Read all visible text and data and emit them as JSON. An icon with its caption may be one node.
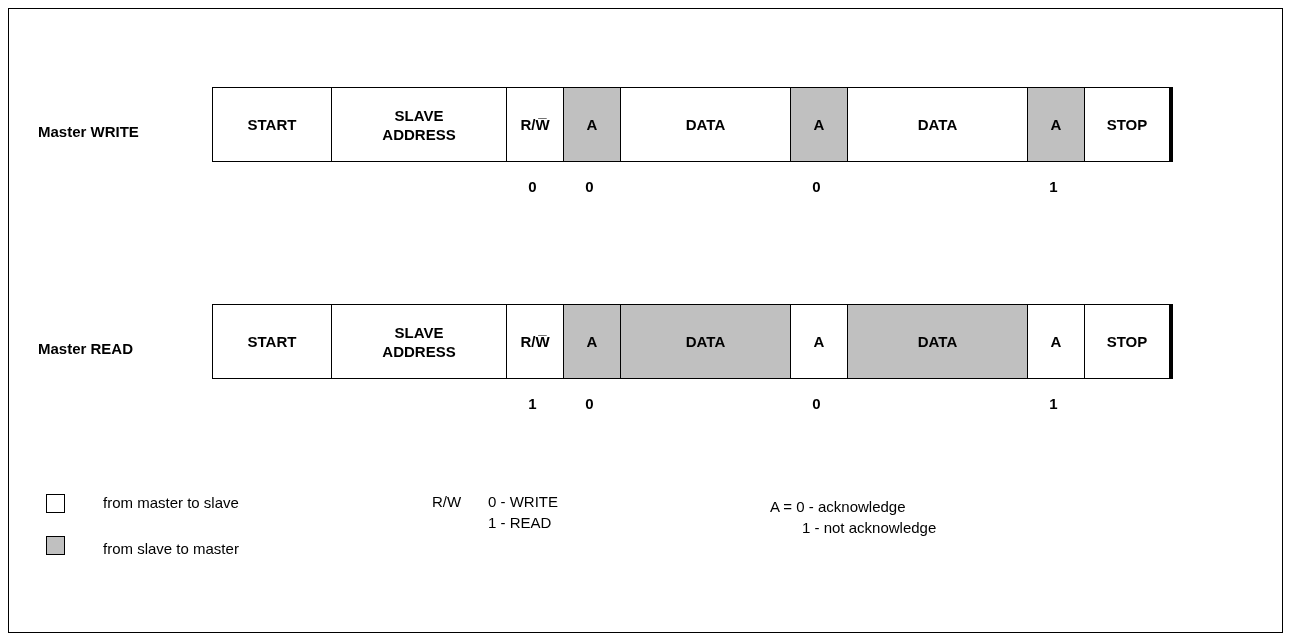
{
  "diagram": {
    "nodes": [
      {
        "text": [
          "START"
        ]
      },
      {
        "text": [
          "SLAVE ADDRESS"
        ]
      },
      {
        "text": [
          "R/W̅"
        ],
        "beside": [
          "0"
        ]
      },
      {
        "text": [
          "A"
        ],
        "beside": [
          "0"
        ]
      },
      {
        "text": [
          "DATA"
        ]
      },
      {
        "text": [
          "A"
        ],
        "beside": [
          "0"
        ]
      },
      {
        "text": [
          "DATA"
        ]
      },
      {
        "text": [
          "A"
        ],
        "beside": [
          "1"
        ]
      },
      {
        "text": [
          "STOP"
        ]
      },
      {
        "text": [
          "START"
        ]
      },
      {
        "text": [
          "SLAVE ADDRESS"
        ]
      },
      {
        "text": [
          "R/W̅"
        ],
        "beside": [
          "1"
        ]
      },
      {
        "text": [
          "A"
        ],
        "beside": [
          "0"
        ]
      },
      {
        "text": [
          "DATA"
        ]
      },
      {
        "text": [
          "A"
        ],
        "beside": [
          "0"
        ]
      },
      {
        "text": [
          "DATA"
        ]
      },
      {
        "text": [
          "A"
        ],
        "beside": [
          "1"
        ]
      },
      {
        "text": [
          "STOP"
        ]
      }
    ],
    "edges": [],
    "labels": [
      "Master WRITE",
      "Master READ",
      "R/W",
      "0 - WRITE",
      "1 - READ",
      "A = 0 - acknowledge",
      "1 - not acknowledge"
    ],
    "legend": [
      {
        "text": "from master to slave",
        "color": "#ffffff"
      },
      {
        "text": "from slave to master",
        "color": "#c0c0c0"
      }
    ]
  }
}
